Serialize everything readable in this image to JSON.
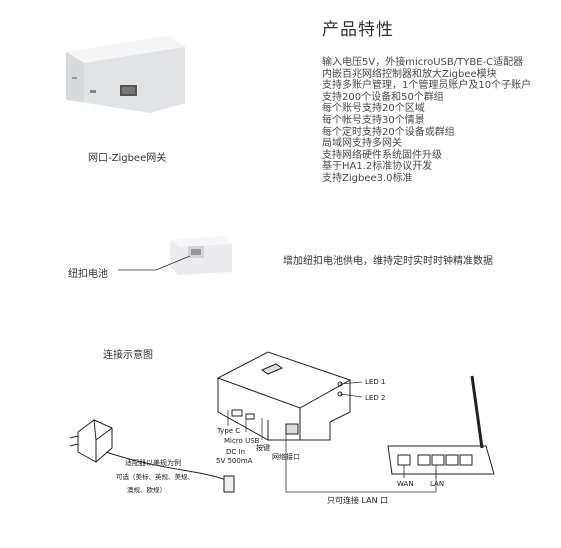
{
  "section_title": "产品特性",
  "features": [
    "输入电压5V，外接microUSB/TYBE-C适配器",
    "内嵌百兆网络控制器和放大Zigbee模块",
    "支持多账户管理，1个管理员账户及10个子账户",
    "支持200个设备和50个群组",
    "每个账号支持20个区域",
    "每个帐号支持30个情景",
    "每个定时支持20个设备或群组",
    "局域网支持多网关",
    "支持网络硬件系统固件升级",
    "基于HA1.2标准协议开发",
    "支持Zigbee3.0标准"
  ],
  "product_caption": "网口-Zigbee网关",
  "battery": {
    "label": "纽扣电池",
    "description": "增加纽扣电池供电，维持定时实时时钟精准数据"
  },
  "diagram": {
    "title": "连接示意图",
    "adapter_note_1": "适配器以美规为例",
    "adapter_note_2": "可选（美标、英规、美规、",
    "adapter_note_3": "澳规、欧规）",
    "port_type_c": "Type C",
    "port_micro_usb": "Micro USB",
    "power_spec_1": "DC In",
    "power_spec_2": "5V 500mA",
    "reset_label": "按键",
    "lan_port_label": "网络接口",
    "led1": "LED 1",
    "led2": "LED 2",
    "router_wan": "WAN",
    "router_lan": "LAN",
    "lan_only_note": "只可连接 LAN 口"
  }
}
